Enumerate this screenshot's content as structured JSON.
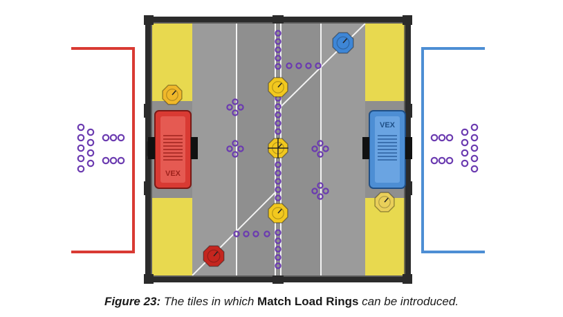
{
  "figure": {
    "label": "Figure 23:",
    "caption_part1": " The tiles in which ",
    "caption_emphasis": "Match Load Rings",
    "caption_part2": " can be introduced."
  },
  "colors": {
    "red_alliance": "#d93a33",
    "blue_alliance": "#4d8ed4",
    "field_floor": "#8e8e8e",
    "field_lane": "#9a9a9a",
    "corner_tile": "#e8d94f",
    "ring": "#6b3bb0",
    "mobile_goal_yellow": "#f2c81f",
    "mobile_goal_red": "#c4261f",
    "mobile_goal_blue": "#3e86d6",
    "frame": "#2b2b2b"
  },
  "elements": {
    "red_robot_logo": "VEX",
    "blue_robot_logo": "VEX"
  }
}
